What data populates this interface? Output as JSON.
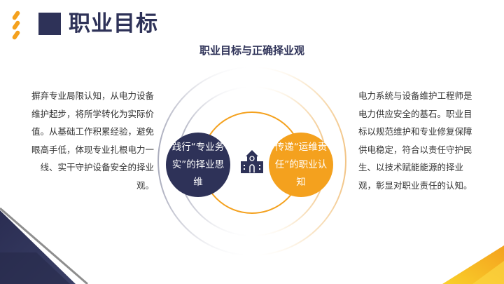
{
  "header": {
    "title": "职业目标",
    "subtitle": "职业目标与正确择业观"
  },
  "diagram": {
    "left_bubble": "践行“专业务实”的择业思维",
    "right_bubble": "传递“运维责任”的职业认知",
    "center_icon": "school-building-icon"
  },
  "left_panel": {
    "text": "摒弃专业局限认知，从电力设备维护起步，将所学转化为实际价值。从基础工作积累经验，避免眼高手低，体现专业扎根电力一线、实干守护设备安全的择业观。"
  },
  "right_panel": {
    "text": "电力系统与设备维护工程师是电力供应安全的基石。职业目标以规范维护和专业修复保障供电稳定，符合以责任守护民生、以技术赋能能源的择业观，彰显对职业责任的认知。"
  },
  "colors": {
    "navy": "#2e3258",
    "orange": "#f4a11e",
    "yellow": "#f7c21b",
    "text": "#333333"
  }
}
